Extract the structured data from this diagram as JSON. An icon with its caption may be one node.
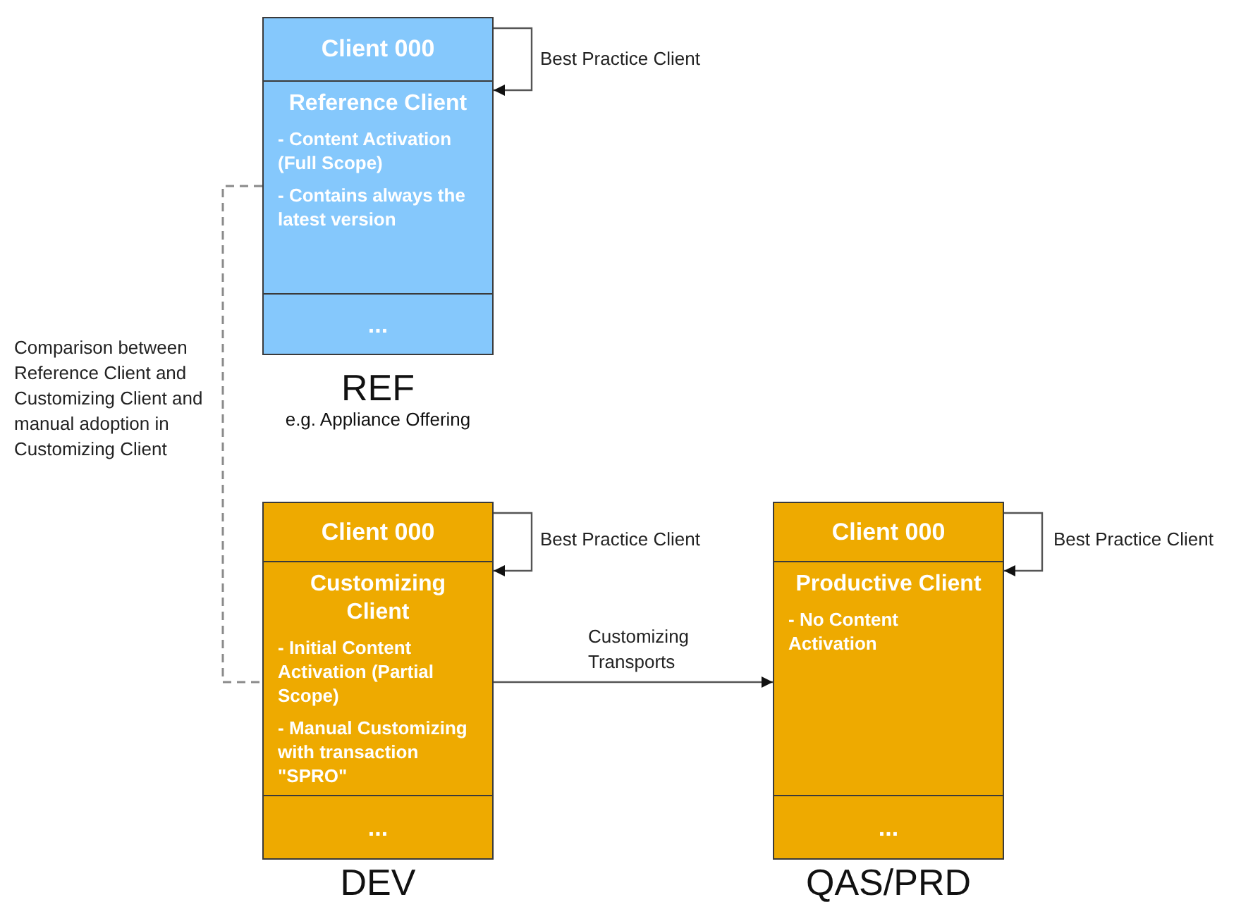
{
  "diagram": {
    "nodes": [
      {
        "text": [],
        "shape": "box",
        "beside": [
          "REF",
          "e.g. Appliance Offering"
        ]
      },
      {
        "text": [
          "Client 000"
        ],
        "in": 0
      },
      {
        "text": [
          "Reference Client",
          "- Content Activation (Full Scope)",
          "- Contains always the latest version"
        ],
        "in": 0
      },
      {
        "text": [
          "..."
        ],
        "in": 0
      },
      {
        "text": [],
        "shape": "box",
        "beside": [
          "DEV"
        ]
      },
      {
        "text": [
          "Client 000"
        ],
        "in": 4
      },
      {
        "text": [
          "Customizing Client",
          "- Initial Content Activation (Partial Scope)",
          "- Manual Customizing with transaction \"SPRO\""
        ],
        "in": 4
      },
      {
        "text": [
          "..."
        ],
        "in": 4
      },
      {
        "text": [],
        "shape": "box",
        "beside": [
          "QAS/PRD"
        ]
      },
      {
        "text": [
          "Client 000"
        ],
        "in": 8
      },
      {
        "text": [
          "Productive Client",
          "- No Content Activation"
        ],
        "in": 8
      },
      {
        "text": [
          "..."
        ],
        "in": 8
      }
    ],
    "edges": [
      {
        "from": 1,
        "to": 2,
        "arrow": "to",
        "label": "Best Practice Client"
      },
      {
        "from": 5,
        "to": 6,
        "arrow": "to",
        "label": "Best Practice Client"
      },
      {
        "from": 9,
        "to": 10,
        "arrow": "to",
        "label": "Best Practice Client"
      },
      {
        "from": 2,
        "to": 6,
        "arrow": "none",
        "style": "dashed",
        "label": "Comparison between Reference Client and Customizing Client and manual adoption in Customizing Client"
      },
      {
        "from": 6,
        "to": 10,
        "arrow": "to",
        "label": "Customizing Transports"
      }
    ]
  }
}
